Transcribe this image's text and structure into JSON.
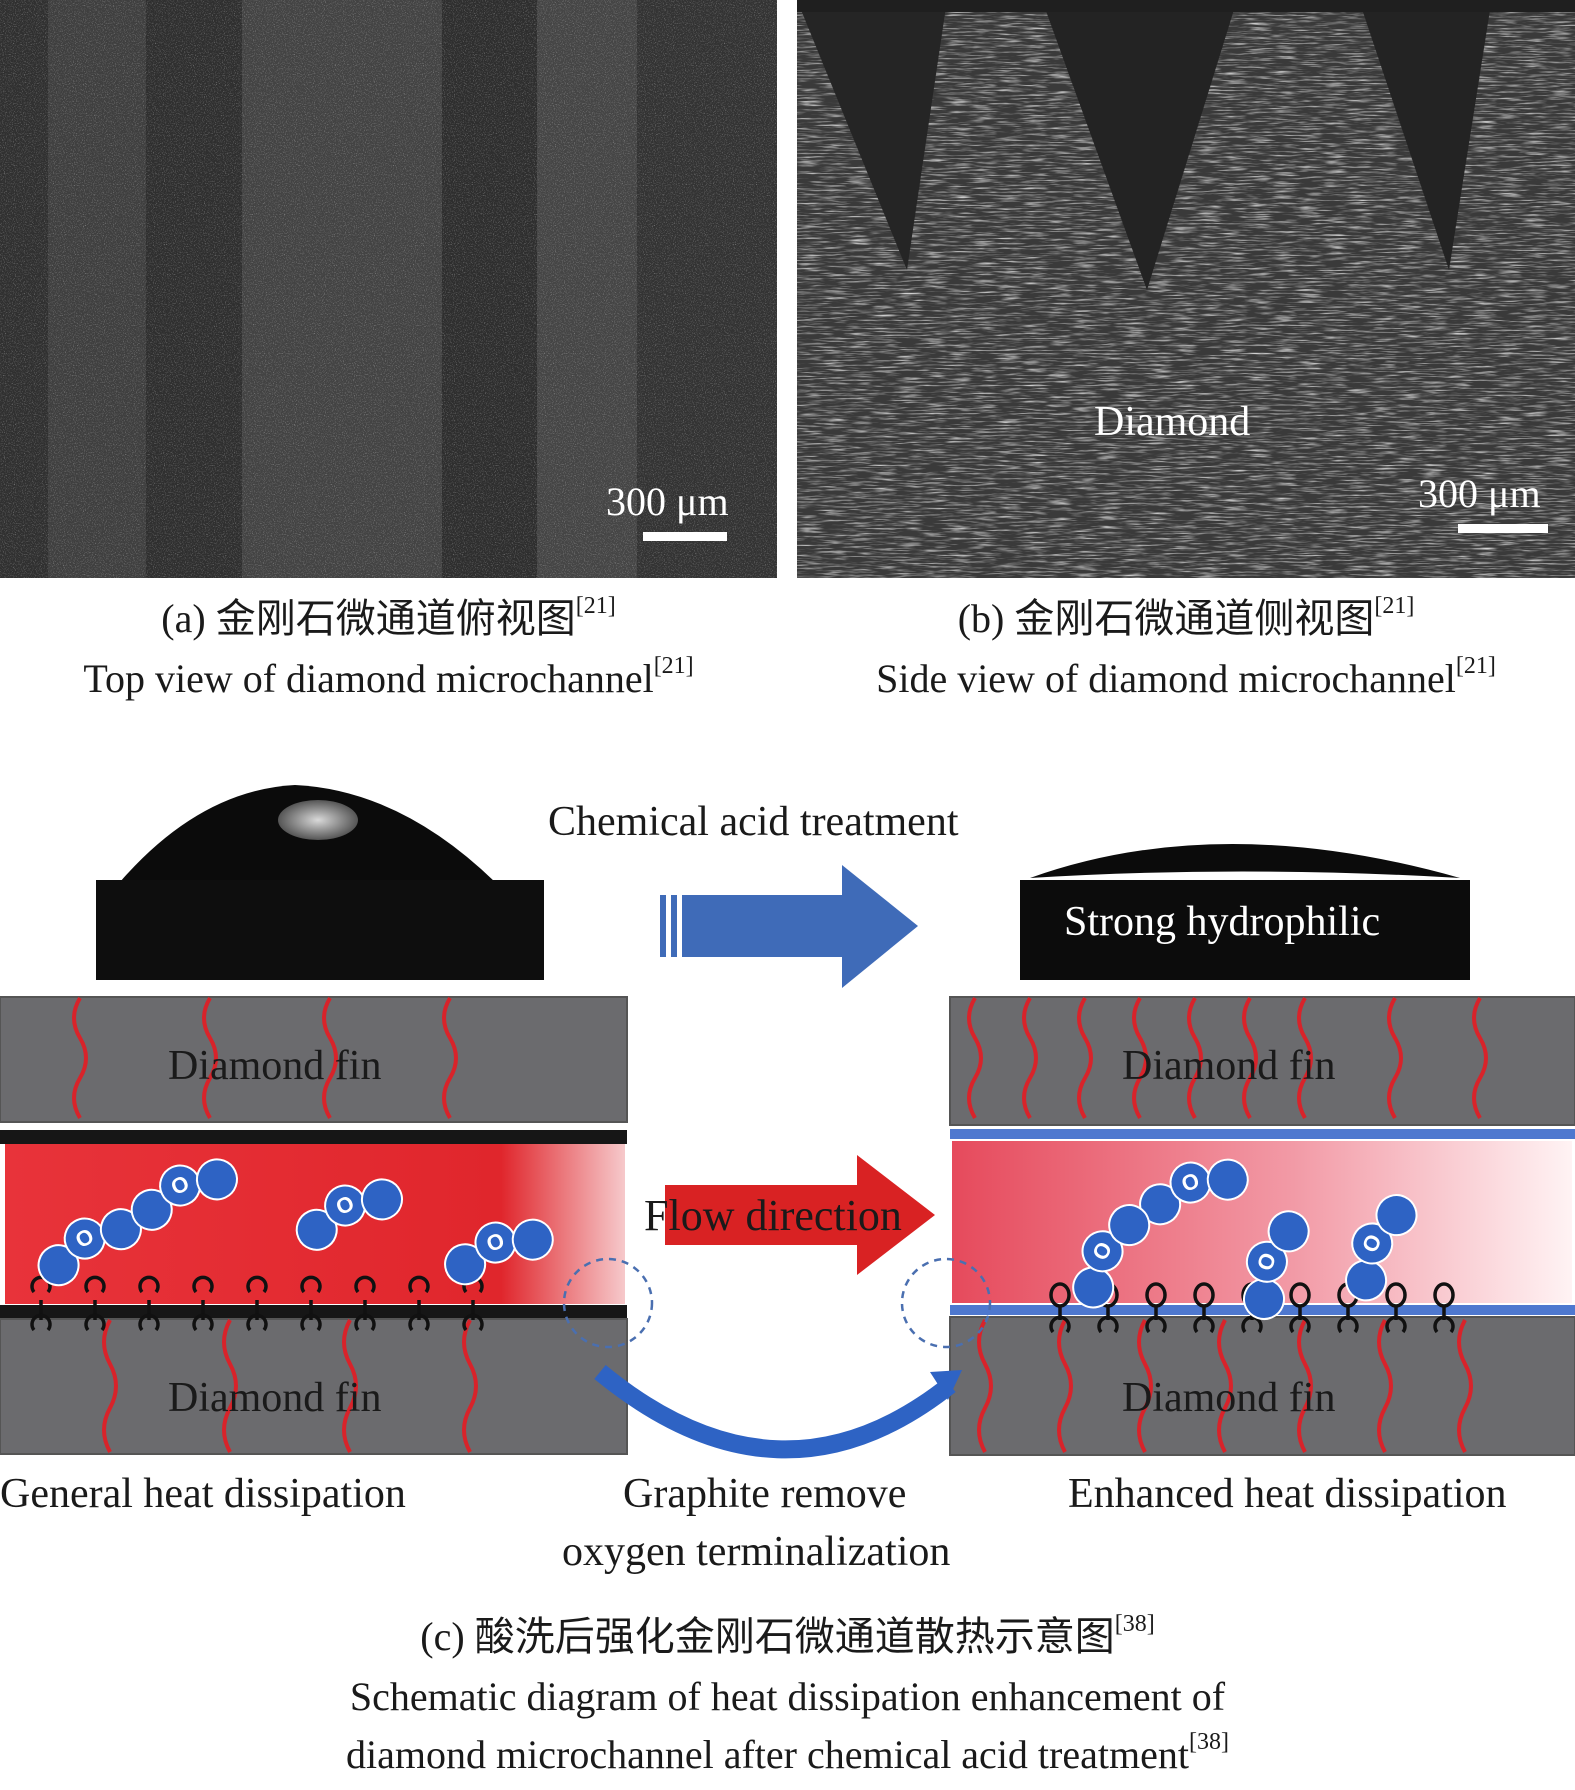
{
  "panel_a": {
    "scale_label": "300 μm",
    "caption_zh": "(a) 金刚石微通道俯视图",
    "caption_zh_ref": "[21]",
    "caption_en": "Top view of diamond microchannel",
    "caption_en_ref": "[21]"
  },
  "panel_b": {
    "material_label": "Diamond",
    "scale_label": "300 μm",
    "caption_zh": "(b) 金刚石微通道侧视图",
    "caption_zh_ref": "[21]",
    "caption_en": "Side view of diamond microchannel",
    "caption_en_ref": "[21]"
  },
  "panel_c": {
    "treatment_label": "Chemical acid treatment",
    "hydrophilic_label": "Strong hydrophilic",
    "fin_label": "Diamond fin",
    "flow_label": "Flow direction",
    "molecule_glyph": "O",
    "left_caption": "General heat dissipation",
    "middle_caption_line1": "Graphite remove",
    "middle_caption_line2": "oxygen terminalization",
    "right_caption": "Enhanced heat dissipation",
    "caption_zh": "(c) 酸洗后强化金刚石微通道散热示意图",
    "caption_zh_ref": "[38]",
    "caption_en_line1": "Schematic diagram of heat dissipation enhancement of",
    "caption_en_line2": "diamond microchannel after chemical acid treatment",
    "caption_en_ref": "[38]"
  },
  "colors": {
    "fin_gray": "#6b6b6e",
    "channel_red": "#e0262c",
    "arrow_blue": "#3f6bb8",
    "arrow_red": "#d92223",
    "molecule_blue": "#2e63c4",
    "heat_wave_red": "#d8232a"
  }
}
